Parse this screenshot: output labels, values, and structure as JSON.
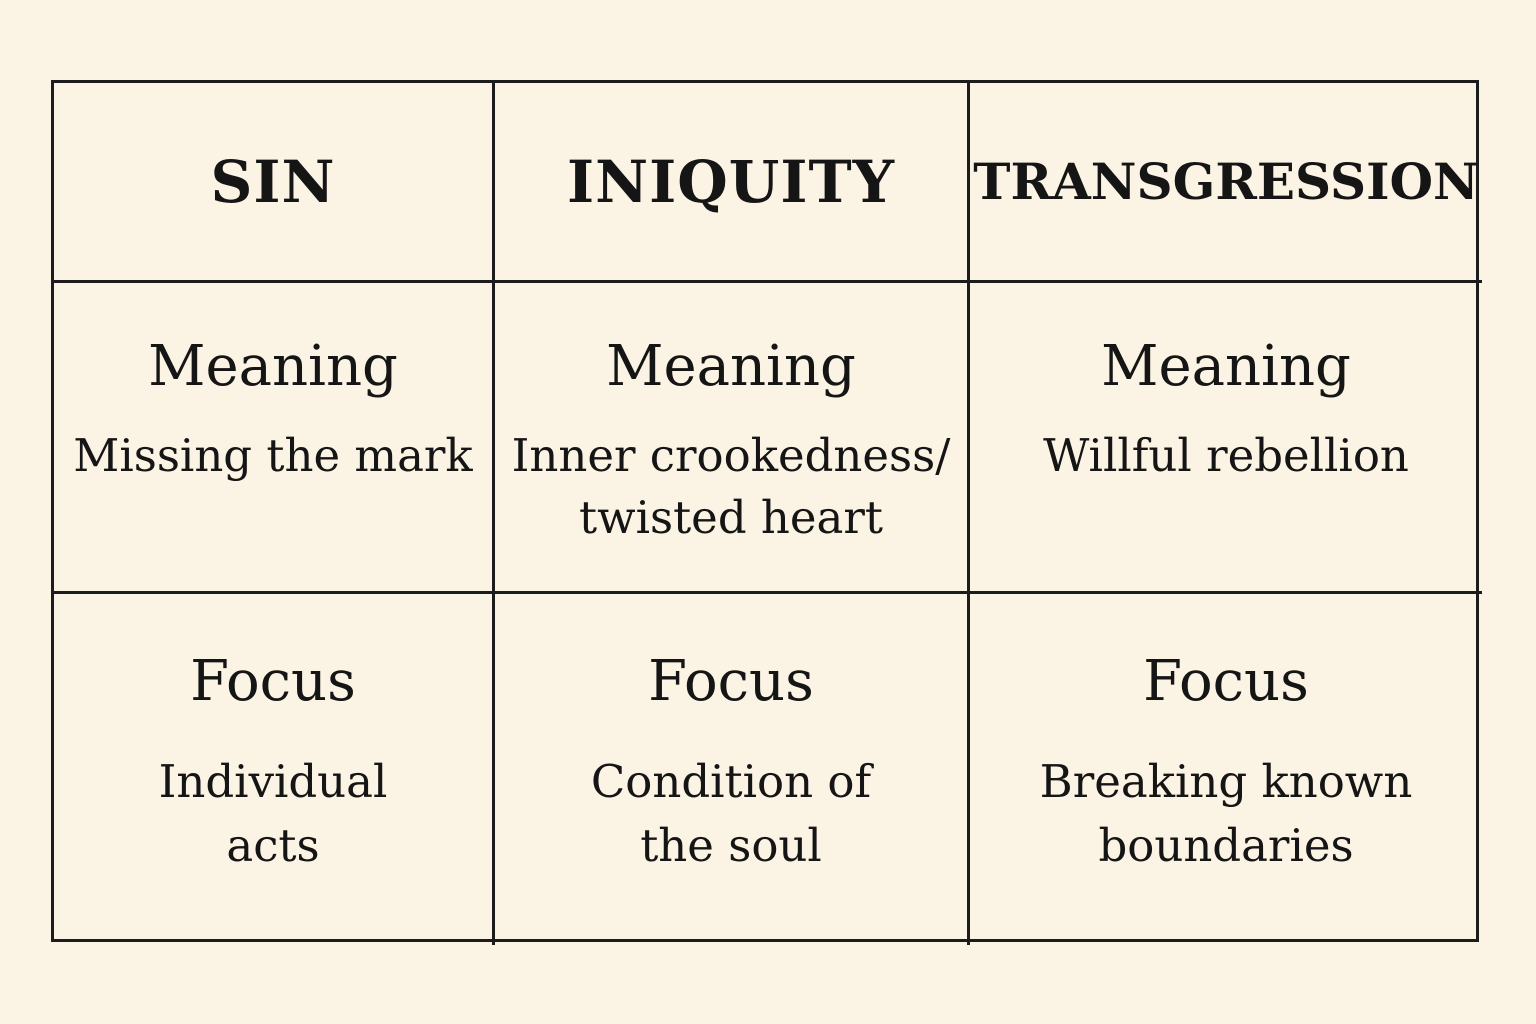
{
  "columns": [
    {
      "term": "SIN",
      "meaning_label": "Meaning",
      "meaning_lines": [
        "Missing the mark"
      ],
      "focus_label": "Focus",
      "focus_lines": [
        "Individual",
        "acts"
      ]
    },
    {
      "term": "INIQUITY",
      "meaning_label": "Meaning",
      "meaning_lines": [
        "Inner crookedness/",
        "twisted heart"
      ],
      "focus_label": "Focus",
      "focus_lines": [
        "Condition of",
        "the soul"
      ]
    },
    {
      "term": "TRANSGRESSION",
      "meaning_label": "Meaning",
      "meaning_lines": [
        "Willful rebellion"
      ],
      "focus_label": "Focus",
      "focus_lines": [
        "Breaking known",
        "boundaries"
      ]
    }
  ]
}
